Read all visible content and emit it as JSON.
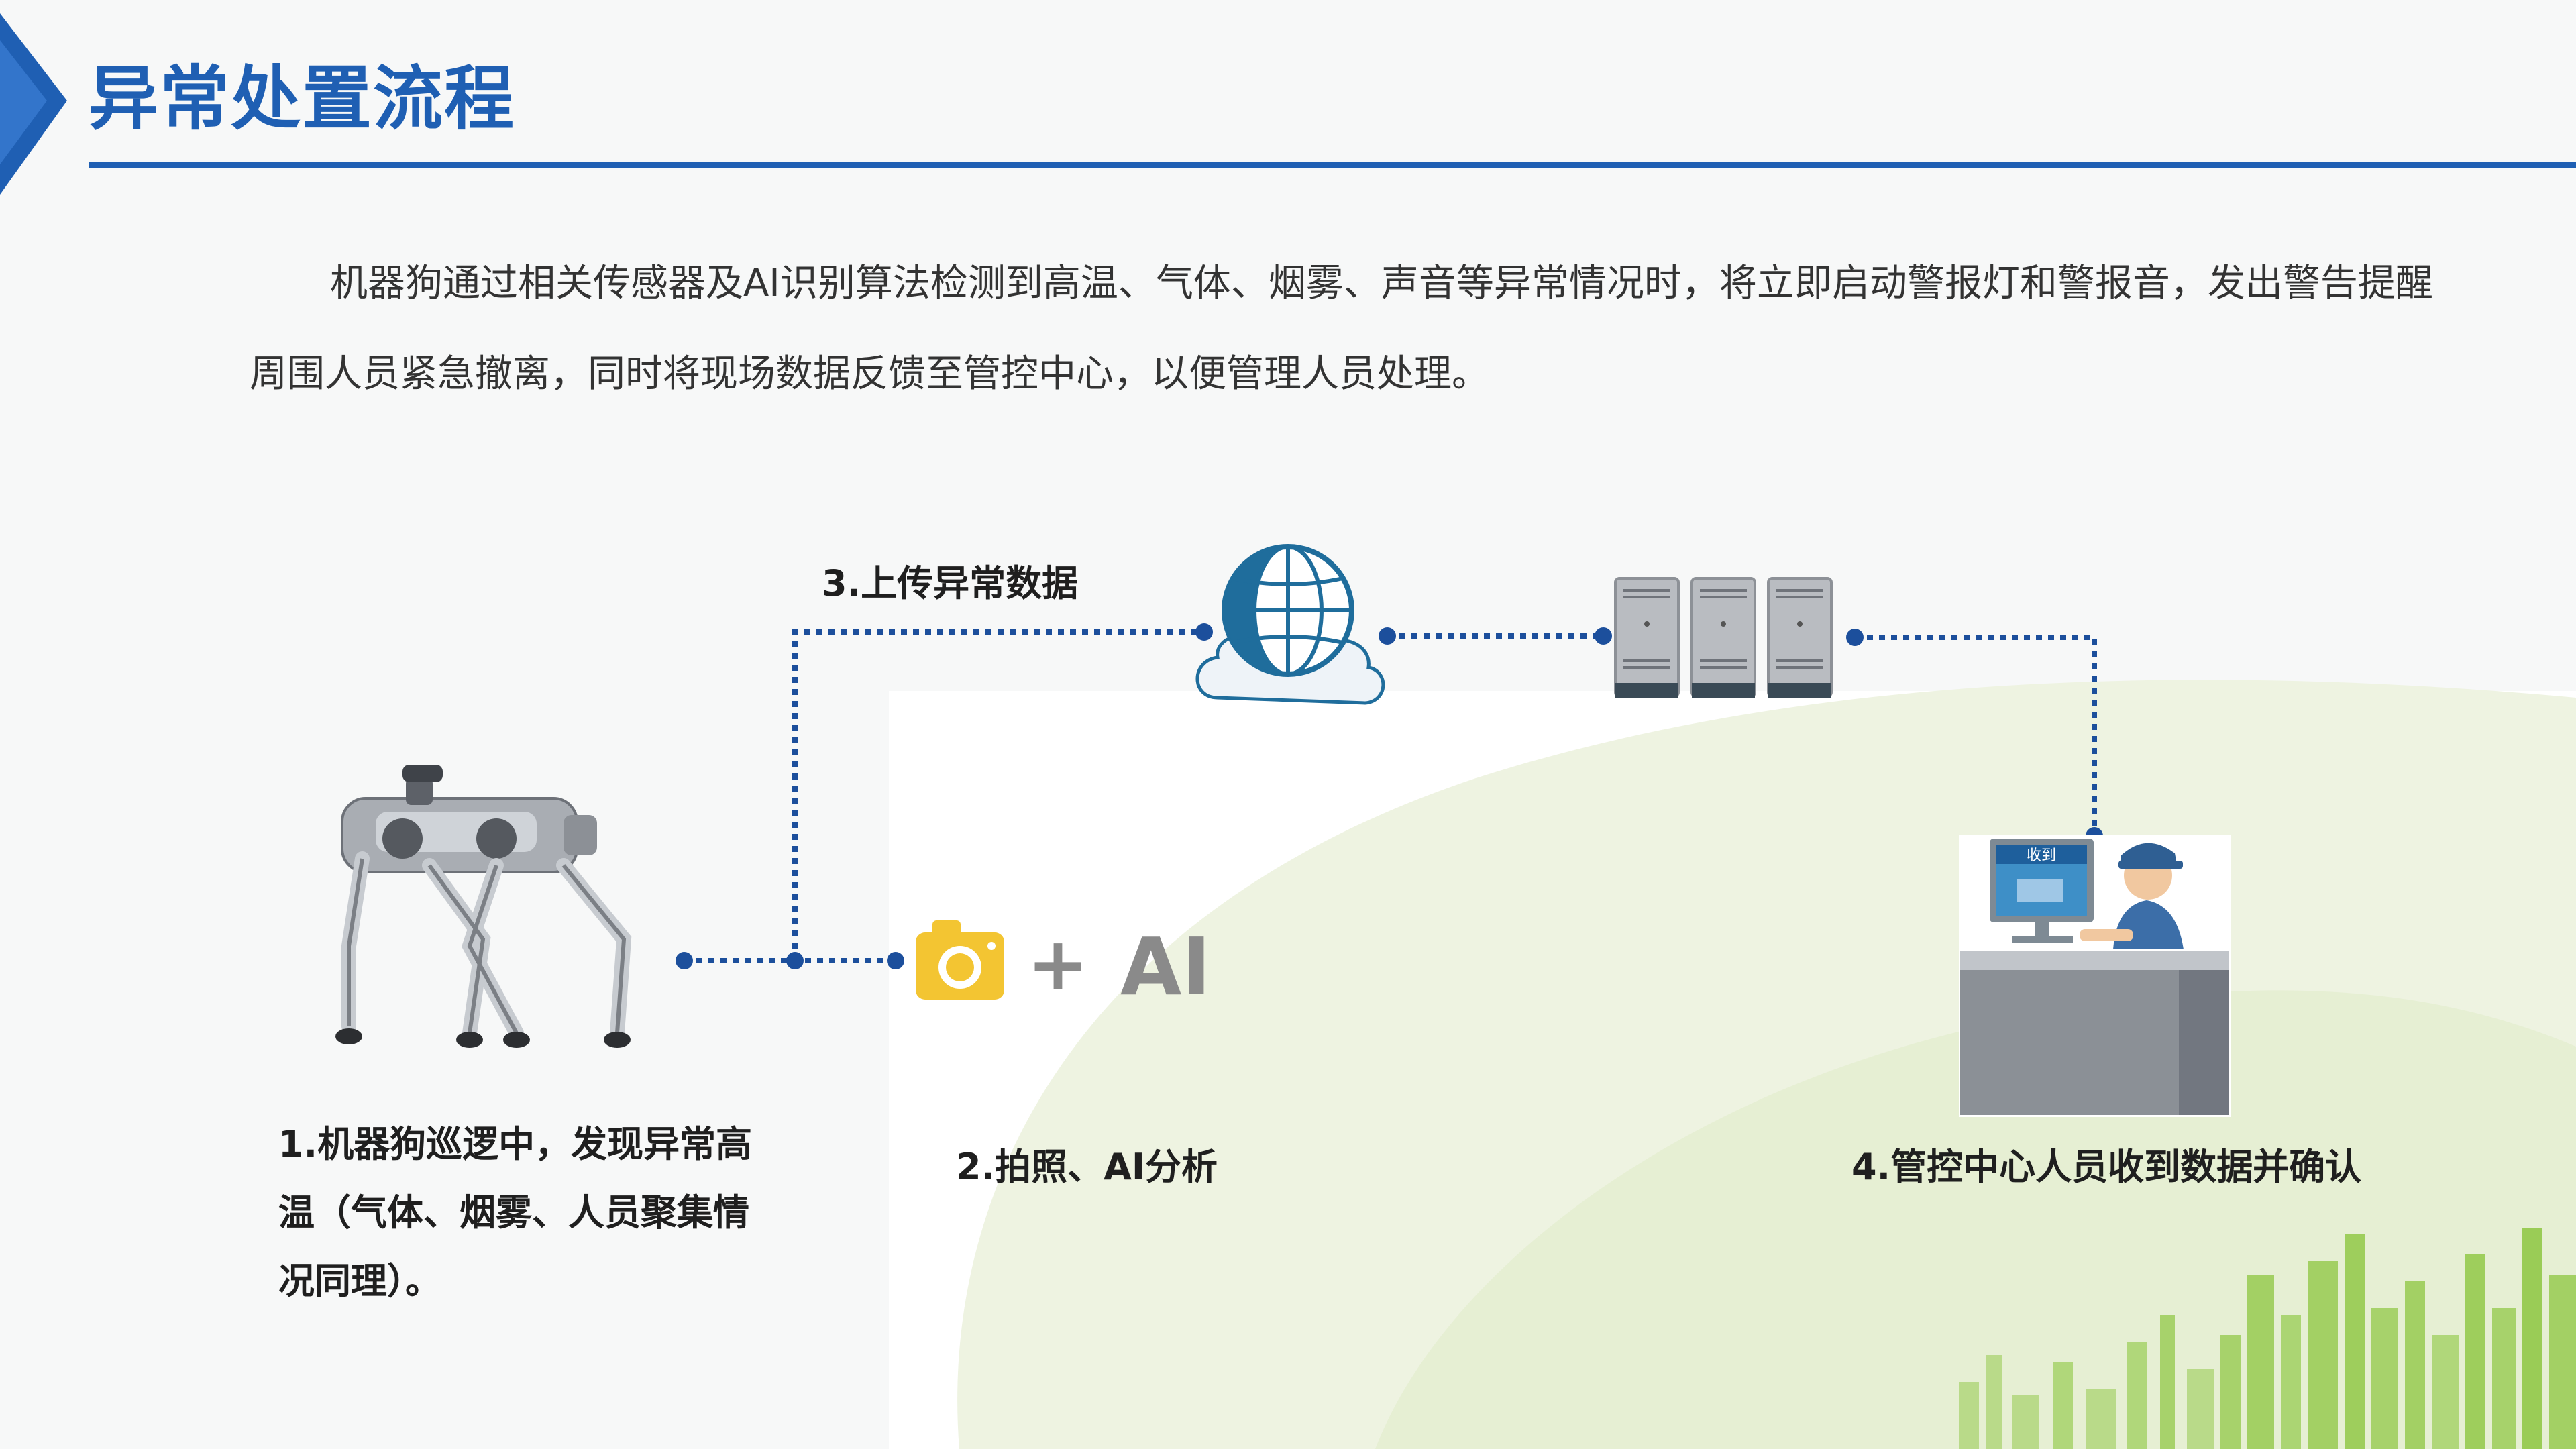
{
  "header": {
    "title": "异常处置流程"
  },
  "intro": {
    "text": "机器狗通过相关传感器及AI识别算法检测到高温、气体、烟雾、声音等异常情况时，将立即启动警报灯和警报音，发出警告提醒周围人员紧急撤离，同时将现场数据反馈至管控中心，以便管理人员处理。"
  },
  "flow": {
    "step1_label": "1.机器狗巡逻中，发现异常高温（气体、烟雾、人员聚集情况同理）。",
    "step2_label": "2.拍照、AI分析",
    "step3_label": "3.上传异常数据",
    "step4_label": "4.管控中心人员收到数据并确认",
    "ai_text": "AI",
    "plus_text": "+",
    "monitor_text": "收到"
  },
  "icons": {
    "robot": "robot-dog-icon",
    "camera": "camera-icon",
    "cloud": "cloud-globe-icon",
    "servers": "server-rack-icon",
    "operator": "operator-desk-icon"
  },
  "colors": {
    "brand_blue": "#1f5fb3",
    "connector_blue": "#1c4f9c",
    "camera_yellow": "#f3c532",
    "ai_gray": "#8a8a8a",
    "city_green": "#8cc63f"
  }
}
